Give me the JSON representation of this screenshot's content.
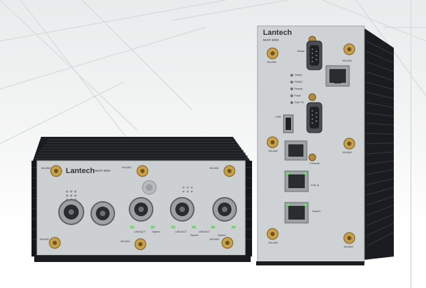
{
  "brand": "Lantech",
  "left_device": {
    "model": "IWAP-3003",
    "port_labels": {
      "wlan_top_left": "WLAN2",
      "wlan_top_mid": "WLAN2",
      "wlan_top_right": "WLAN1",
      "wlan_bottom_left": "WLAN1",
      "wlan_bottom_mid": "WLAN1",
      "wlan_bottom_right": "WLAN3",
      "lnk_act_1": "LNK/ACT",
      "lnk_act_2": "LNK/ACT",
      "lnk_act_3": "LNK/ACT",
      "speed_1": "Speed",
      "speed_2": "Speed",
      "speed_3": "Speed"
    }
  },
  "right_device": {
    "model": "IWAP-3003",
    "labels": {
      "wlan1_top": "WLAN1",
      "wlan2_top": "WLAN2",
      "wlan2_mid": "WLAN2",
      "wlan1_mid": "WLAN1",
      "wlan1_bottom": "WLAN1",
      "wlan2_bottom": "WLAN2",
      "reset": "Reset",
      "pwr1": "PWR1",
      "pwr2": "PWR2",
      "ready": "Ready",
      "fault": "Fault",
      "poe_fs": "PoE FS",
      "console": "Console",
      "poe_in": "PoE In",
      "speed": "Speed",
      "usb": "USB"
    }
  },
  "colors": {
    "chassis": "#1b1c1f",
    "panel": "#cfd2d4",
    "connector_gold": "#c9a04a",
    "led_green": "#7bd37a"
  }
}
